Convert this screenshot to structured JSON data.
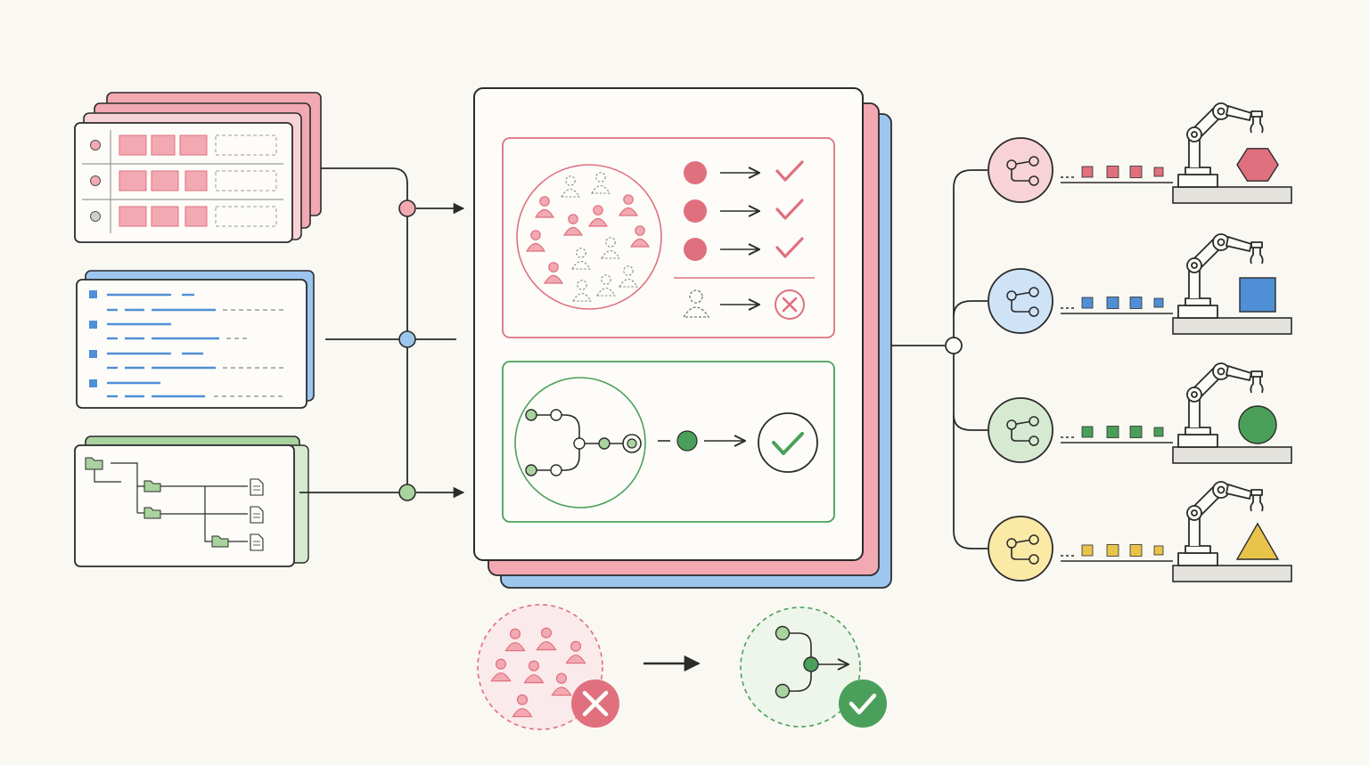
{
  "diagram": {
    "colors": {
      "background": "#faf8f3",
      "ink": "#2b2b2b",
      "red": "#e0707e",
      "red_fill": "#f2a9b2",
      "red_soft": "#f7d2d6",
      "blue": "#4f8fd6",
      "blue_fill": "#9cc6ee",
      "blue_soft": "#cfe3f6",
      "green": "#4aa05a",
      "green_fill": "#a9d39e",
      "green_soft": "#d5ead0",
      "yellow": "#e9c44a",
      "yellow_soft": "#fbe9a6",
      "gray": "#9a9a9a",
      "base_fill": "#e4e2dc"
    },
    "sources": [
      {
        "name": "table-source",
        "color": "red",
        "icon": "table-icon"
      },
      {
        "name": "text-source",
        "color": "blue",
        "icon": "text-lines-icon"
      },
      {
        "name": "tree-source",
        "color": "green",
        "icon": "folder-tree-icon"
      }
    ],
    "panels": {
      "selection": {
        "checks": 3,
        "rejects": 1,
        "icon": "people-cluster-icon"
      },
      "routing": {
        "result": "check",
        "icon": "branch-network-icon"
      }
    },
    "outputs": [
      {
        "color": "red",
        "soft": "red_soft",
        "shape": "hexagon",
        "icon": "share-node-icon"
      },
      {
        "color": "blue",
        "soft": "blue_soft",
        "shape": "square",
        "icon": "share-node-icon"
      },
      {
        "color": "green",
        "soft": "green_soft",
        "shape": "circle",
        "icon": "share-node-icon"
      },
      {
        "color": "yellow",
        "soft": "yellow_soft",
        "shape": "triangle",
        "icon": "share-node-icon"
      }
    ],
    "summary": {
      "from": "people-cluster-rejected",
      "to": "branch-network-accepted"
    }
  }
}
